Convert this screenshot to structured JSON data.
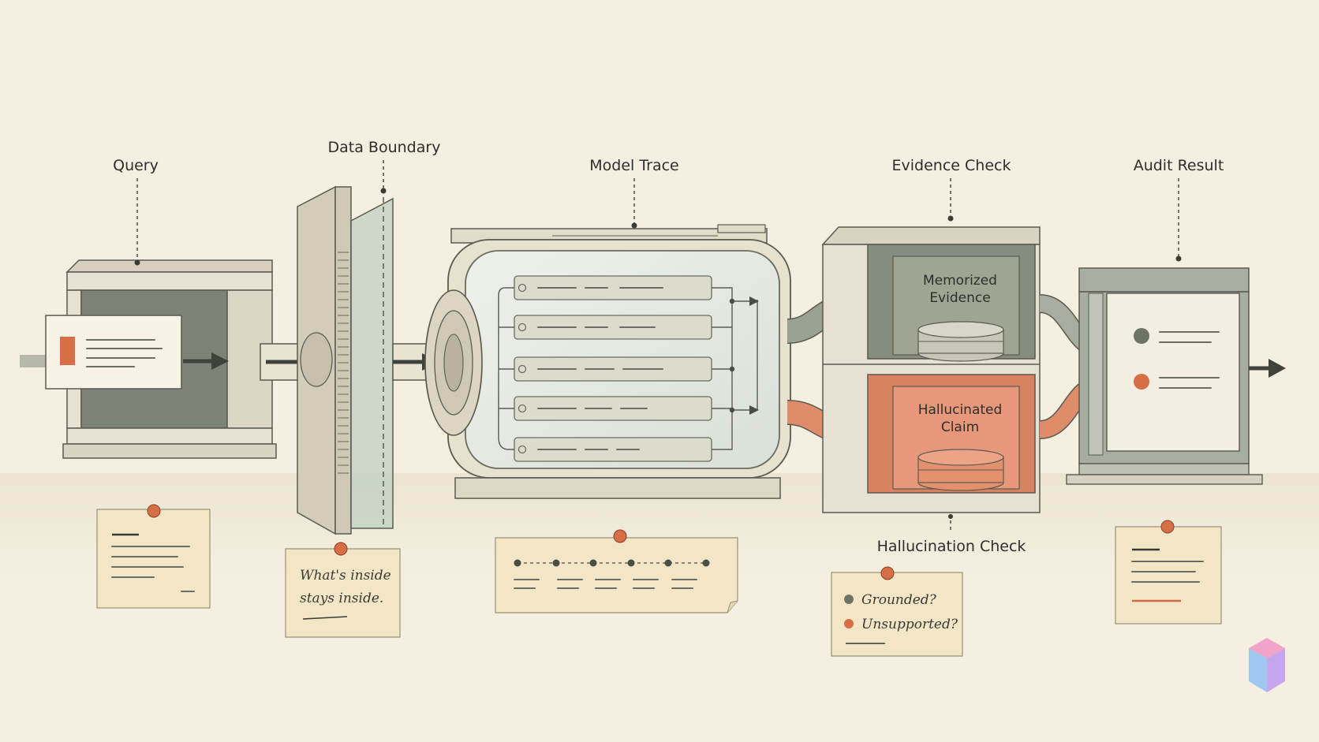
{
  "stages": [
    {
      "id": "query",
      "label": "Query"
    },
    {
      "id": "boundary",
      "label": "Data Boundary"
    },
    {
      "id": "trace",
      "label": "Model Trace"
    },
    {
      "id": "evidence",
      "label": "Evidence Check"
    },
    {
      "id": "audit",
      "label": "Audit Result"
    }
  ],
  "evidence_check": {
    "memorized_line1": "Memorized",
    "memorized_line2": "Evidence",
    "hallucinated_line1": "Hallucinated",
    "hallucinated_line2": "Claim",
    "hallucination_check_label": "Hallucination Check"
  },
  "notes": {
    "boundary_line1": "What's inside",
    "boundary_line2": "stays inside.",
    "check_item1": "Grounded?",
    "check_item2": "Unsupported?"
  },
  "icons": [
    "document-icon",
    "arrow-icon",
    "pushpin-icon",
    "storage-disk-icon",
    "cube-logo-icon"
  ],
  "colors": {
    "background": "#f5efe1",
    "stone": "#e6e1d2",
    "green_gray": "#7e857a",
    "terracotta": "#d9825f",
    "accent_orange": "#d16a42",
    "note_paper": "#f3e6c6"
  }
}
